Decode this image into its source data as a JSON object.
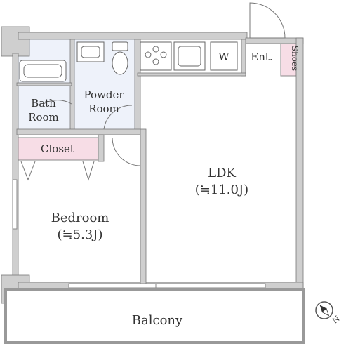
{
  "rooms": {
    "bath": {
      "line1": "Bath",
      "line2": "Room"
    },
    "powder": {
      "line1": "Powder",
      "line2": "Room"
    },
    "closet": "Closet",
    "entrance": "Ent.",
    "shoes": "Shoes",
    "washer": "W",
    "ldk": {
      "name": "LDK",
      "size": "(≒11.0J)"
    },
    "bedroom": {
      "name": "Bedroom",
      "size": "(≒5.3J)"
    },
    "balcony": "Balcony"
  },
  "compass": {
    "label": "N"
  },
  "colors": {
    "wall": "#cfcfcf",
    "wet_area": "#eef2fa",
    "closet": "#f7dde6",
    "balcony": "#ffffff"
  }
}
